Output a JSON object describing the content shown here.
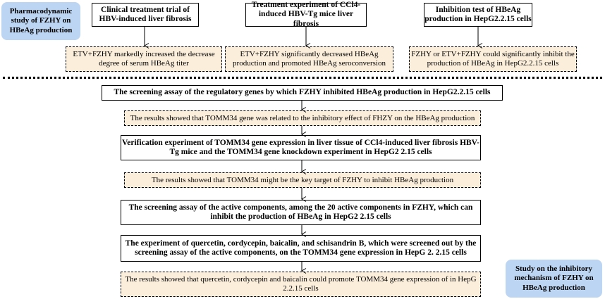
{
  "side_labels": {
    "top": "Pharmacodynamic study of FZHY on HBeAg production",
    "bottom": "Study on the inhibitory mechanism of FZHY on HBeAg production"
  },
  "top_section": {
    "columns": [
      {
        "trial": "Clinical treatment trial of HBV-induced liver fibrosis",
        "result": "ETV+FZHY markedly increased the decrease degree of serum HBeAg titer"
      },
      {
        "trial": "Treatment experiment of CCl4-induced HBV-Tg mice liver fibrosis",
        "result": "ETV+FZHY significantly decreased HBeAg production and promoted HBeAg seroconversion"
      },
      {
        "trial": "Inhibition test of HBeAg production in HepG2.2.15 cells",
        "result": "FZHY or ETV+FZHY could significantly inhibit the production of HBeAg in HepG2.2.15 cells"
      }
    ]
  },
  "bottom_section": {
    "steps": [
      "The screening assay of the regulatory genes by which FZHY inhibited HBeAg production in HepG2.2.15 cells",
      "The results showed that TOMM34 gene was related to the inhibitory effect of FHZY on the HBeAg production",
      "Verification experiment of TOMM34 gene expression in liver tissue of CCl4-induced liver fibrosis HBV-Tg mice and the TOMM34 gene knockdown experiment in HepG2 2.15 cells",
      "The results showed that TOMM34 might be the key target of FZHY to inhibit HBeAg production",
      "The screening assay of the active components, among the 20 active components in FZHY, which can inhibit the production of HBeAg in HepG2 2.15 cells",
      "The experiment of quercetin, cordycepin, baicalin, and schisandrin B, which were screened out by the screening assay of the active components, on the TOMM34 gene expression in HepG 2. 2.15 cells",
      "The results showed that quercetin, cordycepin and baicalin could promote TOMM34 gene expression of in HepG 2.2.15 cells"
    ]
  }
}
